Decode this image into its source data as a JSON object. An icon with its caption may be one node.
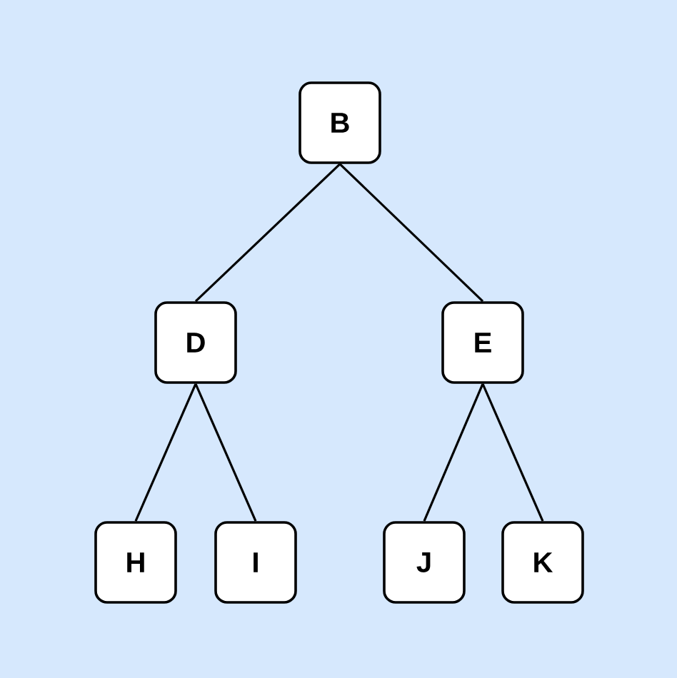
{
  "diagram": {
    "nodes": [
      {
        "text": [
          "B"
        ]
      },
      {
        "text": [
          "D"
        ]
      },
      {
        "text": [
          "E"
        ]
      },
      {
        "text": [
          "H"
        ]
      },
      {
        "text": [
          "I"
        ]
      },
      {
        "text": [
          "J"
        ]
      },
      {
        "text": [
          "K"
        ]
      }
    ],
    "edges": [
      {
        "from": 0,
        "to": 1,
        "arrow": "none"
      },
      {
        "from": 0,
        "to": 2,
        "arrow": "none"
      },
      {
        "from": 1,
        "to": 3,
        "arrow": "none"
      },
      {
        "from": 1,
        "to": 4,
        "arrow": "none"
      },
      {
        "from": 2,
        "to": 5,
        "arrow": "none"
      },
      {
        "from": 2,
        "to": 6,
        "arrow": "none"
      }
    ]
  }
}
